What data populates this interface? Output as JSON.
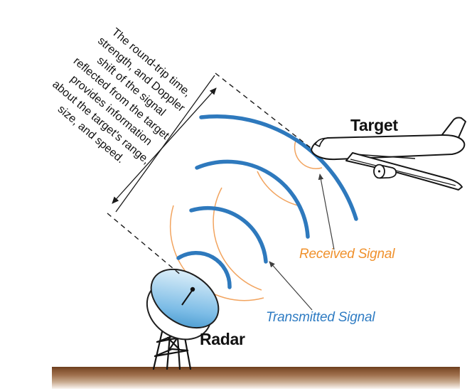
{
  "diagram": {
    "annotation_text": "The round-trip time,\nstrength, and Doppler\nshift of the signal\nreflected from the target\nprovides information\nabout the target's range,\nsize, and speed.",
    "labels": {
      "target": "Target",
      "radar": "Radar",
      "received_signal": "Received Signal",
      "transmitted_signal": "Transmitted Signal"
    },
    "colors": {
      "transmitted_arc_blue": "#2E79BD",
      "received_arc_orange": "#F2A45F",
      "transmitted_label_blue": "#2F7CC3",
      "received_label_orange": "#F0912C",
      "ground_brown": "#82512E",
      "dish_blue": "#4E9ED2",
      "line_black": "#1A1A1A"
    }
  }
}
